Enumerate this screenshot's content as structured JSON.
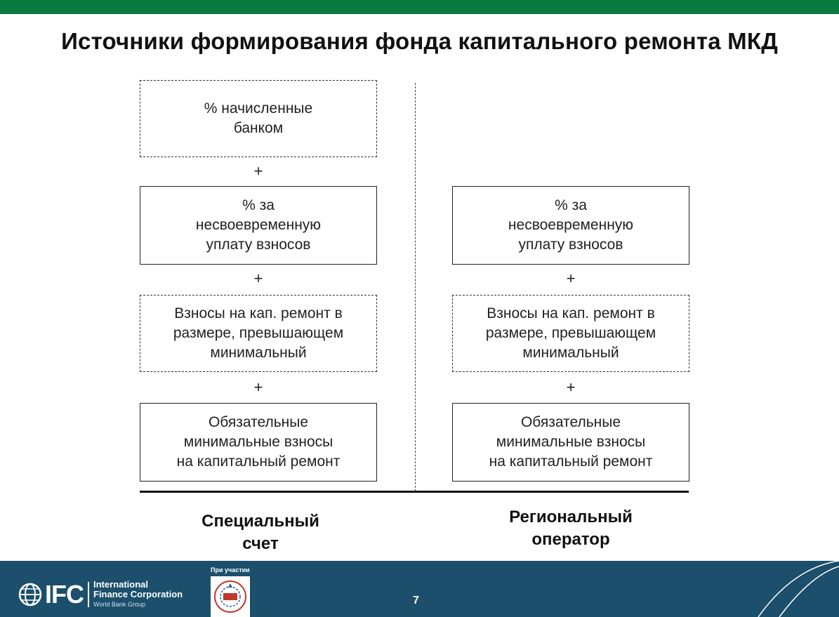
{
  "title": "Источники формирования фонда капитального ремонта МКД",
  "colors": {
    "top_bar": "#0b7a3e",
    "footer": "#1b4f6b"
  },
  "left_column": {
    "boxes": [
      {
        "text": "% начисленные\nбанком",
        "style": "dashed"
      },
      {
        "text": "% за\nнесвоевременную\nуплату взносов",
        "style": "solid"
      },
      {
        "text": "Взносы на кап. ремонт в\nразмере, превышающем\nминимальный",
        "style": "dashed"
      },
      {
        "text": "Обязательные\nминимальные взносы\nна капитальный ремонт",
        "style": "solid"
      }
    ],
    "label": "Специальный\nсчет"
  },
  "right_column": {
    "boxes": [
      {
        "text": "% за\nнесвоевременную\nуплату взносов",
        "style": "solid"
      },
      {
        "text": "Взносы на кап. ремонт в\nразмере, превышающем\nминимальный",
        "style": "dashed"
      },
      {
        "text": "Обязательные\nминимальные взносы\nна капитальный ремонт",
        "style": "solid"
      }
    ],
    "label": "Региональный\nоператор"
  },
  "plus_sign": "+",
  "footer": {
    "ifc_acronym": "IFC",
    "ifc_name_line1": "International",
    "ifc_name_line2": "Finance Corporation",
    "ifc_name_line3": "World Bank Group",
    "partner_label": "При участии",
    "page_number": "7"
  }
}
